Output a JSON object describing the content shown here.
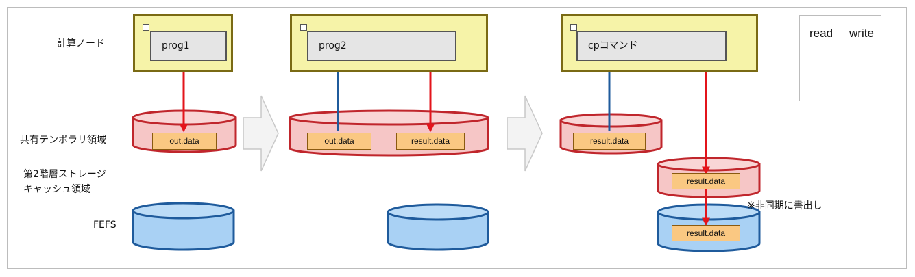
{
  "rows": {
    "compute_node": "計算ノード",
    "shared_temp": "共有テンポラリ領域",
    "tier2_cache_line1": "第2階層ストレージ",
    "tier2_cache_line2": "キャッシュ領域",
    "fefs": "FEFS"
  },
  "stages": [
    {
      "program": "prog1",
      "shared_files": [
        "out.data"
      ]
    },
    {
      "program": "prog2",
      "shared_files": [
        "out.data",
        "result.data"
      ]
    },
    {
      "program": "cpコマンド",
      "shared_files": [
        "result.data"
      ],
      "cache_files": [
        "result.data"
      ],
      "fefs_files": [
        "result.data"
      ]
    }
  ],
  "async_note": "※非同期に書出し",
  "legend": {
    "read": "read",
    "write": "write"
  },
  "colors": {
    "node_fill": "#f6f3a8",
    "node_border": "#7a6a14",
    "shared_fill": "#f6c6c6",
    "shared_border": "#c0262c",
    "fefs_fill": "#a9d1f4",
    "fefs_border": "#1f5b9c",
    "file_fill": "#fac882",
    "read_arrow": "#1f5b9c",
    "write_arrow": "#e3141b"
  }
}
